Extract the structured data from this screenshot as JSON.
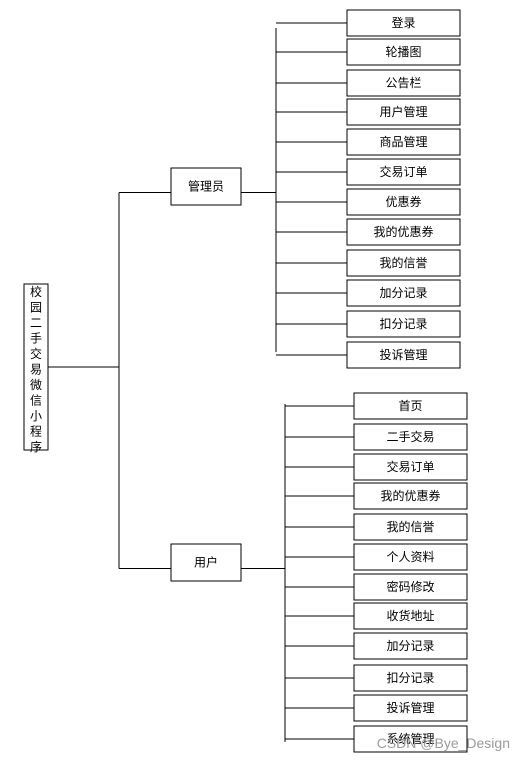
{
  "root": {
    "label": "校园二手交易微信小程序"
  },
  "branches": [
    {
      "label": "管理员",
      "children": [
        "登录",
        "轮播图",
        "公告栏",
        "用户管理",
        "商品管理",
        "交易订单",
        "优惠券",
        "我的优惠券",
        "我的信誉",
        "加分记录",
        "扣分记录",
        "投诉管理"
      ]
    },
    {
      "label": "用户",
      "children": [
        "首页",
        "二手交易",
        "交易订单",
        "我的优惠券",
        "我的信誉",
        "个人资料",
        "密码修改",
        "收货地址",
        "加分记录",
        "扣分记录",
        "投诉管理",
        "系统管理"
      ]
    }
  ],
  "watermark": {
    "text": "CSDN @Bye_Design"
  }
}
